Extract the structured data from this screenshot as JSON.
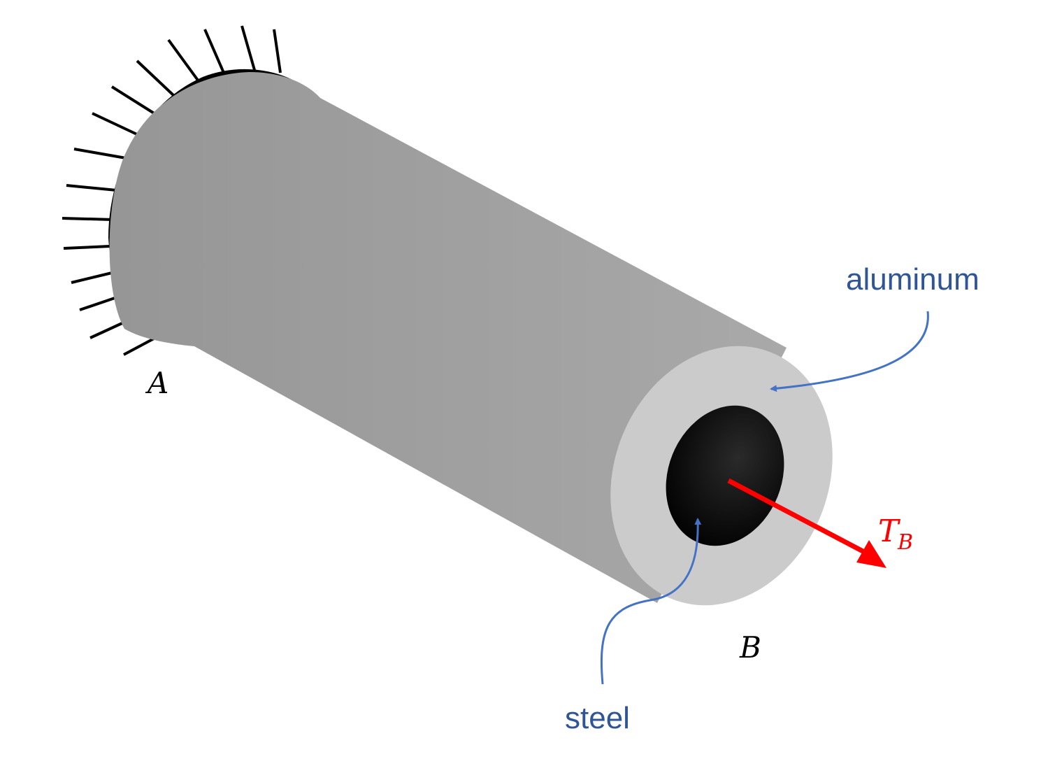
{
  "labels": {
    "fixed_end": "A",
    "free_end": "B",
    "torque_symbol": "T",
    "torque_subscript": "B",
    "outer_material": "aluminum",
    "inner_material": "steel"
  },
  "colors": {
    "shaft_body": "#a2a2a2",
    "aluminum_face": "#cbcbcb",
    "steel_core": "#000000",
    "torque_arrow": "#ff0000",
    "annotation": "#4472c4",
    "annotation_text": "#2f5597",
    "support": "#000000"
  }
}
